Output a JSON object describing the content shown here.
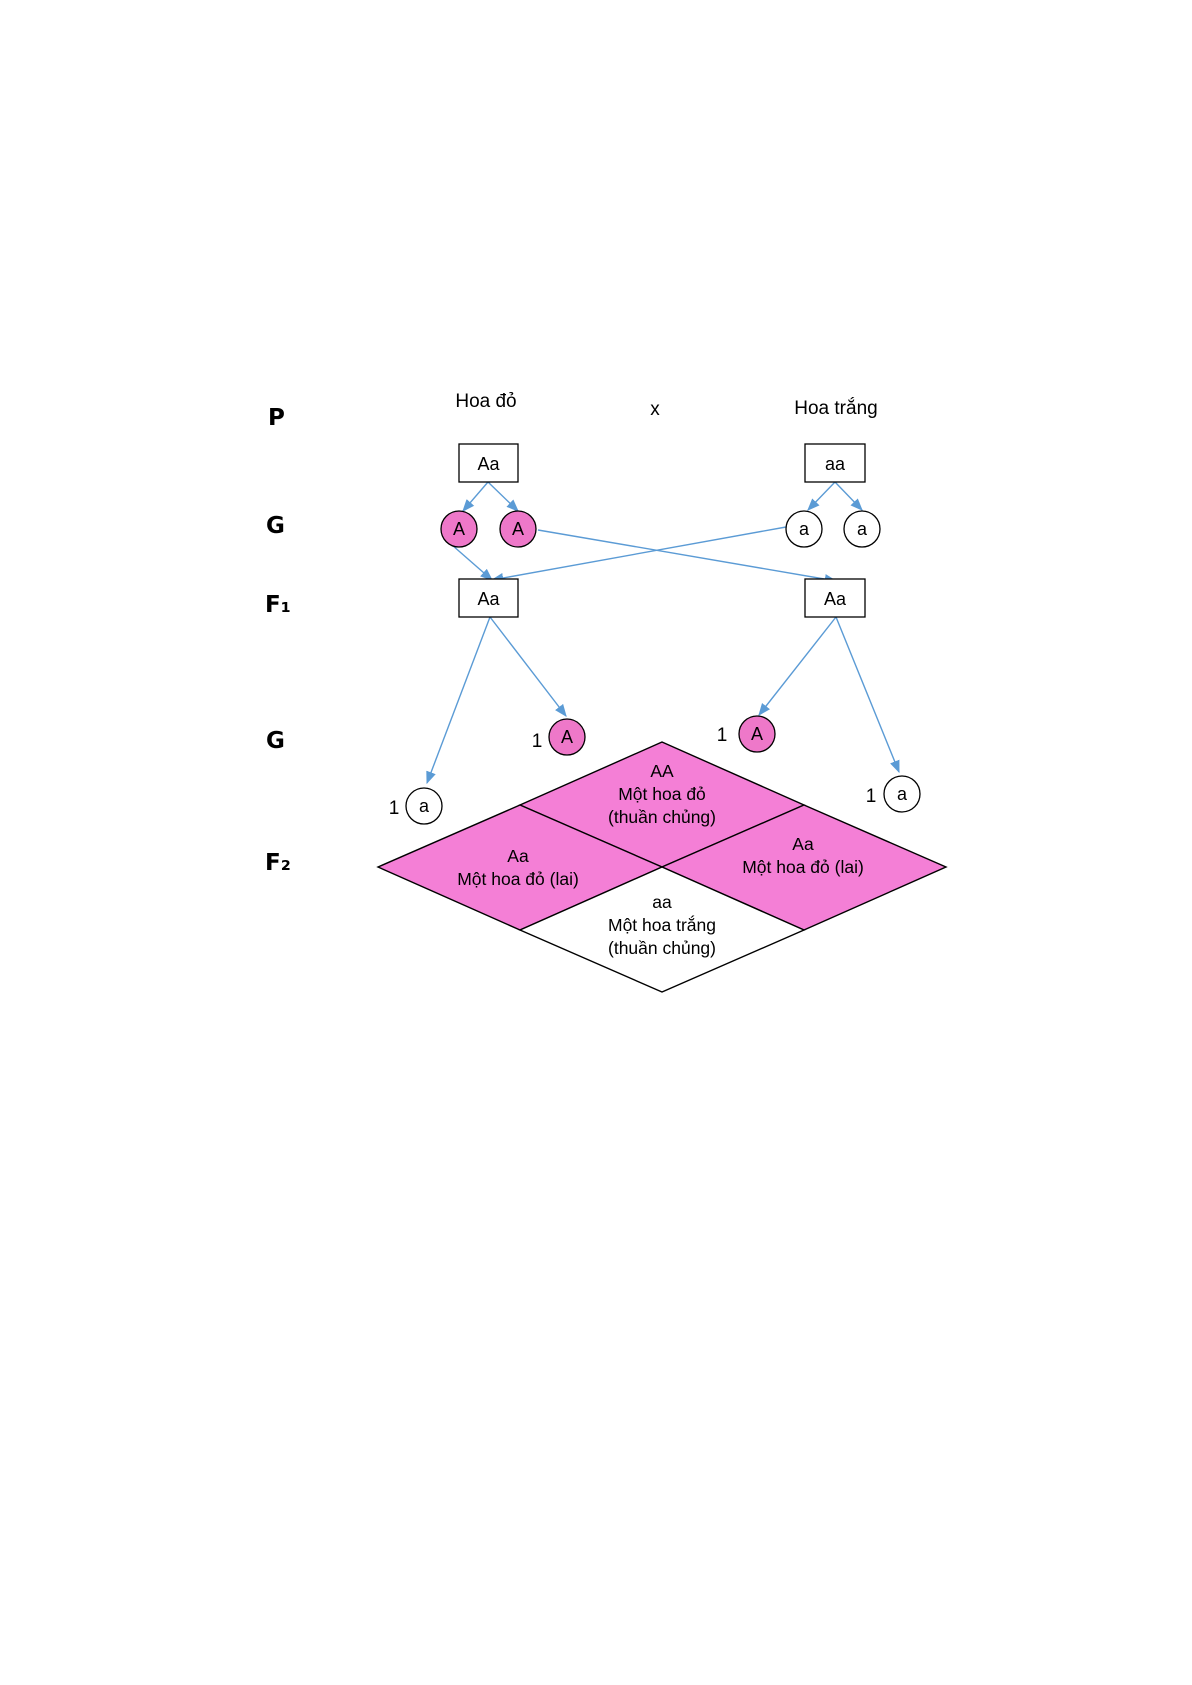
{
  "row_labels": {
    "p": "P",
    "g1": "G",
    "f1": "F₁",
    "g2": "G",
    "f2": "F₂"
  },
  "parents": {
    "left_label": "Hoa đỏ",
    "cross_symbol": "x",
    "right_label": "Hoa trắng",
    "left_genotype": "Aa",
    "right_genotype": "aa"
  },
  "gametes_p": {
    "left": [
      "A",
      "A"
    ],
    "right": [
      "a",
      "a"
    ]
  },
  "f1": {
    "left_genotype": "Aa",
    "right_genotype": "Aa"
  },
  "gametes_f1": {
    "left_a": {
      "count": "1",
      "allele": "a"
    },
    "left_A": {
      "count": "1",
      "allele": "A"
    },
    "right_A": {
      "count": "1",
      "allele": "A"
    },
    "right_a": {
      "count": "1",
      "allele": "a"
    }
  },
  "f2": {
    "top": {
      "genotype": "AA",
      "phenotype": "Một hoa đỏ",
      "note": "(thuần chủng)"
    },
    "left": {
      "genotype": "Aa",
      "phenotype": "Một hoa đỏ (lai)"
    },
    "right": {
      "genotype": "Aa",
      "phenotype": "Một hoa đỏ (lai)"
    },
    "bottom": {
      "genotype": "aa",
      "phenotype": "Một hoa trắng",
      "note": "(thuần chủng)"
    }
  },
  "colors": {
    "dominant_fill": "#ee78c9",
    "arrow": "#5b9bd5"
  }
}
